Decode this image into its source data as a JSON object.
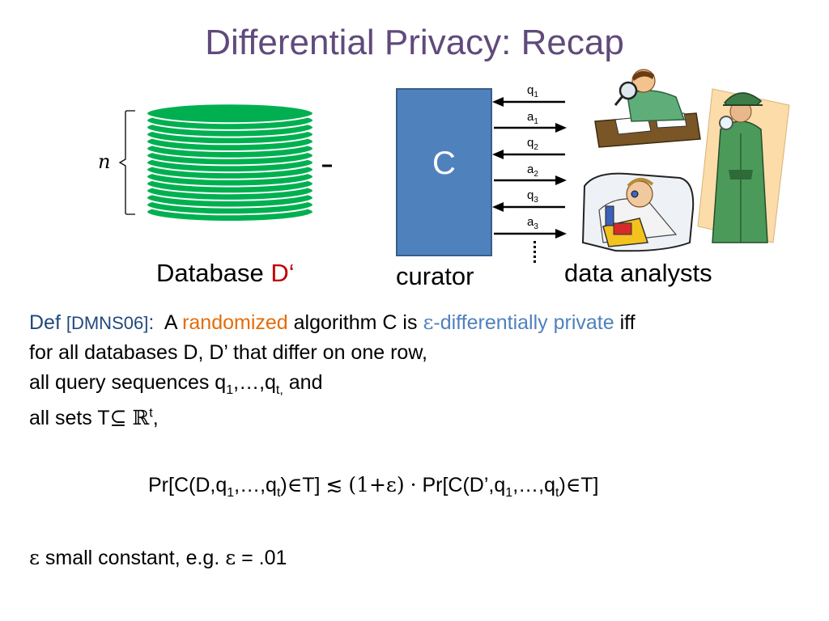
{
  "slide": {
    "title": "Differential Privacy: Recap"
  },
  "diagram": {
    "n_label": "n",
    "database_label": "Database ",
    "database_name": "D‘",
    "curator_letter": "C",
    "curator_label": "curator",
    "analysts_label": "data analysts",
    "exchanges": [
      {
        "base": "q",
        "sub": "1"
      },
      {
        "base": "a",
        "sub": "1"
      },
      {
        "base": "q",
        "sub": "2"
      },
      {
        "base": "a",
        "sub": "2"
      },
      {
        "base": "q",
        "sub": "3"
      },
      {
        "base": "a",
        "sub": "3"
      }
    ],
    "colors": {
      "disk": "#00b050",
      "curator": "#4f81bd",
      "title": "#604a7b"
    }
  },
  "definition": {
    "def_word": "Def",
    "citation": "[DMNS06]",
    "colon": ":",
    "text_a": "A",
    "randomized": "randomized",
    "text_b": "algorithm C is",
    "epsilon": "ε",
    "dp_phrase": "-differentially private",
    "iff": "iff",
    "line2": "for all databases D, D’ that differ on one row,",
    "line3_a": "all query sequences q",
    "line3_sub1": "1",
    "line3_b": ",…,q",
    "line3_subt": "t,",
    "line3_c": " and",
    "line4_a": "all sets T",
    "subseteq": "⊆",
    "reals": "ℝ",
    "line4_sup": "t",
    "line4_c": ","
  },
  "formula": {
    "part1": "Pr[C(D,q",
    "sub1": "1",
    "part2": ",…,q",
    "subt": "t",
    "part3": ")",
    "in": "∈",
    "part4": "T]",
    "lesssim": "≲",
    "factor": "(1+ε)",
    "cdot": "·",
    "part5": "Pr[C(D’,q",
    "sub1b": "1",
    "part6": ",…,q",
    "subtb": "t",
    "part7": ")",
    "in2": "∈",
    "part8": "T]"
  },
  "note": {
    "eps": "ε",
    "text": " small constant, e.g. ",
    "eps2": "ε",
    "value": " = .01"
  }
}
